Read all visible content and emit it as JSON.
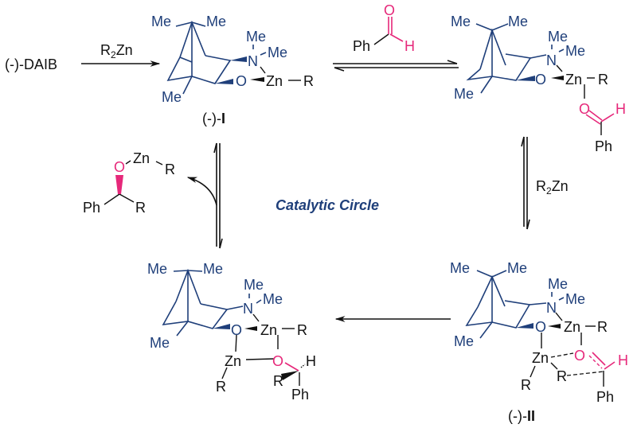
{
  "title": "Catalytic Circle",
  "colors": {
    "ligand": "#1f3f7a",
    "aldehyde": "#e6287a",
    "text": "#111111"
  },
  "start": {
    "label": "(-)-DAIB"
  },
  "reagents": {
    "r2zn_top": {
      "main": "R",
      "sub": "2",
      "tail": "Zn"
    },
    "r2zn_right": {
      "main": "R",
      "sub": "2",
      "tail": "Zn"
    },
    "benzaldehyde": {
      "ph": "Ph",
      "o": "O",
      "h": "H"
    }
  },
  "product": {
    "ph": "Ph",
    "r": "R",
    "o": "O",
    "zn": "Zn",
    "r2": "R"
  },
  "compounds": {
    "I": {
      "prefix": "(-)-",
      "roman": "I"
    },
    "II": {
      "prefix": "(-)-",
      "roman": "II"
    }
  },
  "atoms": {
    "me": "Me",
    "n": "N",
    "o": "O",
    "zn": "Zn",
    "r": "R",
    "h": "H",
    "ph": "Ph"
  }
}
